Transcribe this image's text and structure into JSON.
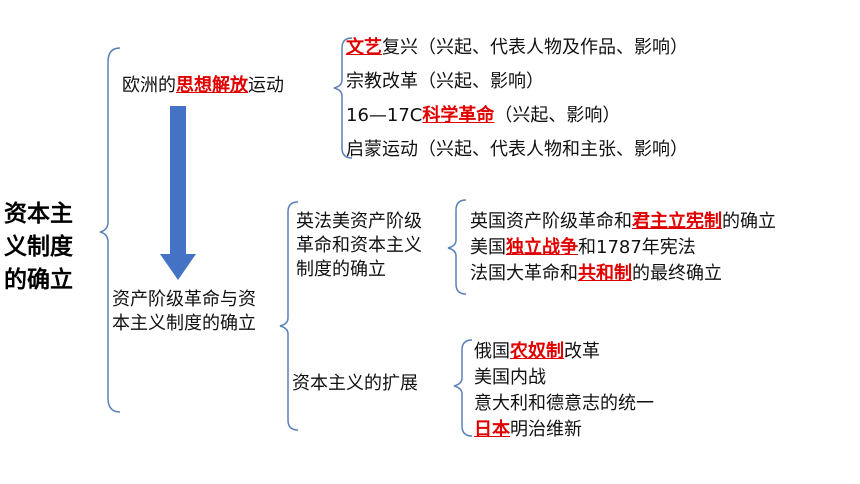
{
  "root": {
    "line1": "资本主",
    "line2": "义制度",
    "line3": "的确立"
  },
  "branch1": {
    "pre": "欧洲的",
    "hl": "思想解放",
    "post": "运动",
    "items": [
      {
        "pre": "",
        "hl": "文艺",
        "post": "复兴（兴起、代表人物及作品、影响）"
      },
      {
        "pre": "宗教改革（兴起、影响）",
        "hl": "",
        "post": ""
      },
      {
        "pre": "16—17C",
        "hl": "科学革命",
        "post": "（兴起、影响）"
      },
      {
        "pre": "启蒙运动（兴起、代表人物和主张、影响）",
        "hl": "",
        "post": ""
      }
    ]
  },
  "branch2": {
    "line1": "资产阶级革命与资",
    "line2": "本主义制度的确立",
    "sub1": {
      "line1": "英法美资产阶级",
      "line2": "革命和资本主义",
      "line3": "制度的确立",
      "items": [
        {
          "pre": "英国资产阶级革命和",
          "hl": "君主立宪制",
          "post": "的确立"
        },
        {
          "pre": "美国",
          "hl": "独立战争",
          "post": "和1787年宪法"
        },
        {
          "pre": "法国大革命和",
          "hl": "共和制",
          "post": "的最终确立"
        }
      ]
    },
    "sub2": {
      "label": "资本主义的扩展",
      "items": [
        {
          "pre": "俄国",
          "hl": "农奴制",
          "post": "改革"
        },
        {
          "pre": "美国内战",
          "hl": "",
          "post": ""
        },
        {
          "pre": "意大利和德意志的统一",
          "hl": "",
          "post": ""
        },
        {
          "pre": "",
          "hl": "日本",
          "post": "明治维新"
        }
      ]
    }
  },
  "colors": {
    "highlight": "#e00000",
    "arrow": "#4472c4",
    "bracket": "#5b7fb8"
  }
}
